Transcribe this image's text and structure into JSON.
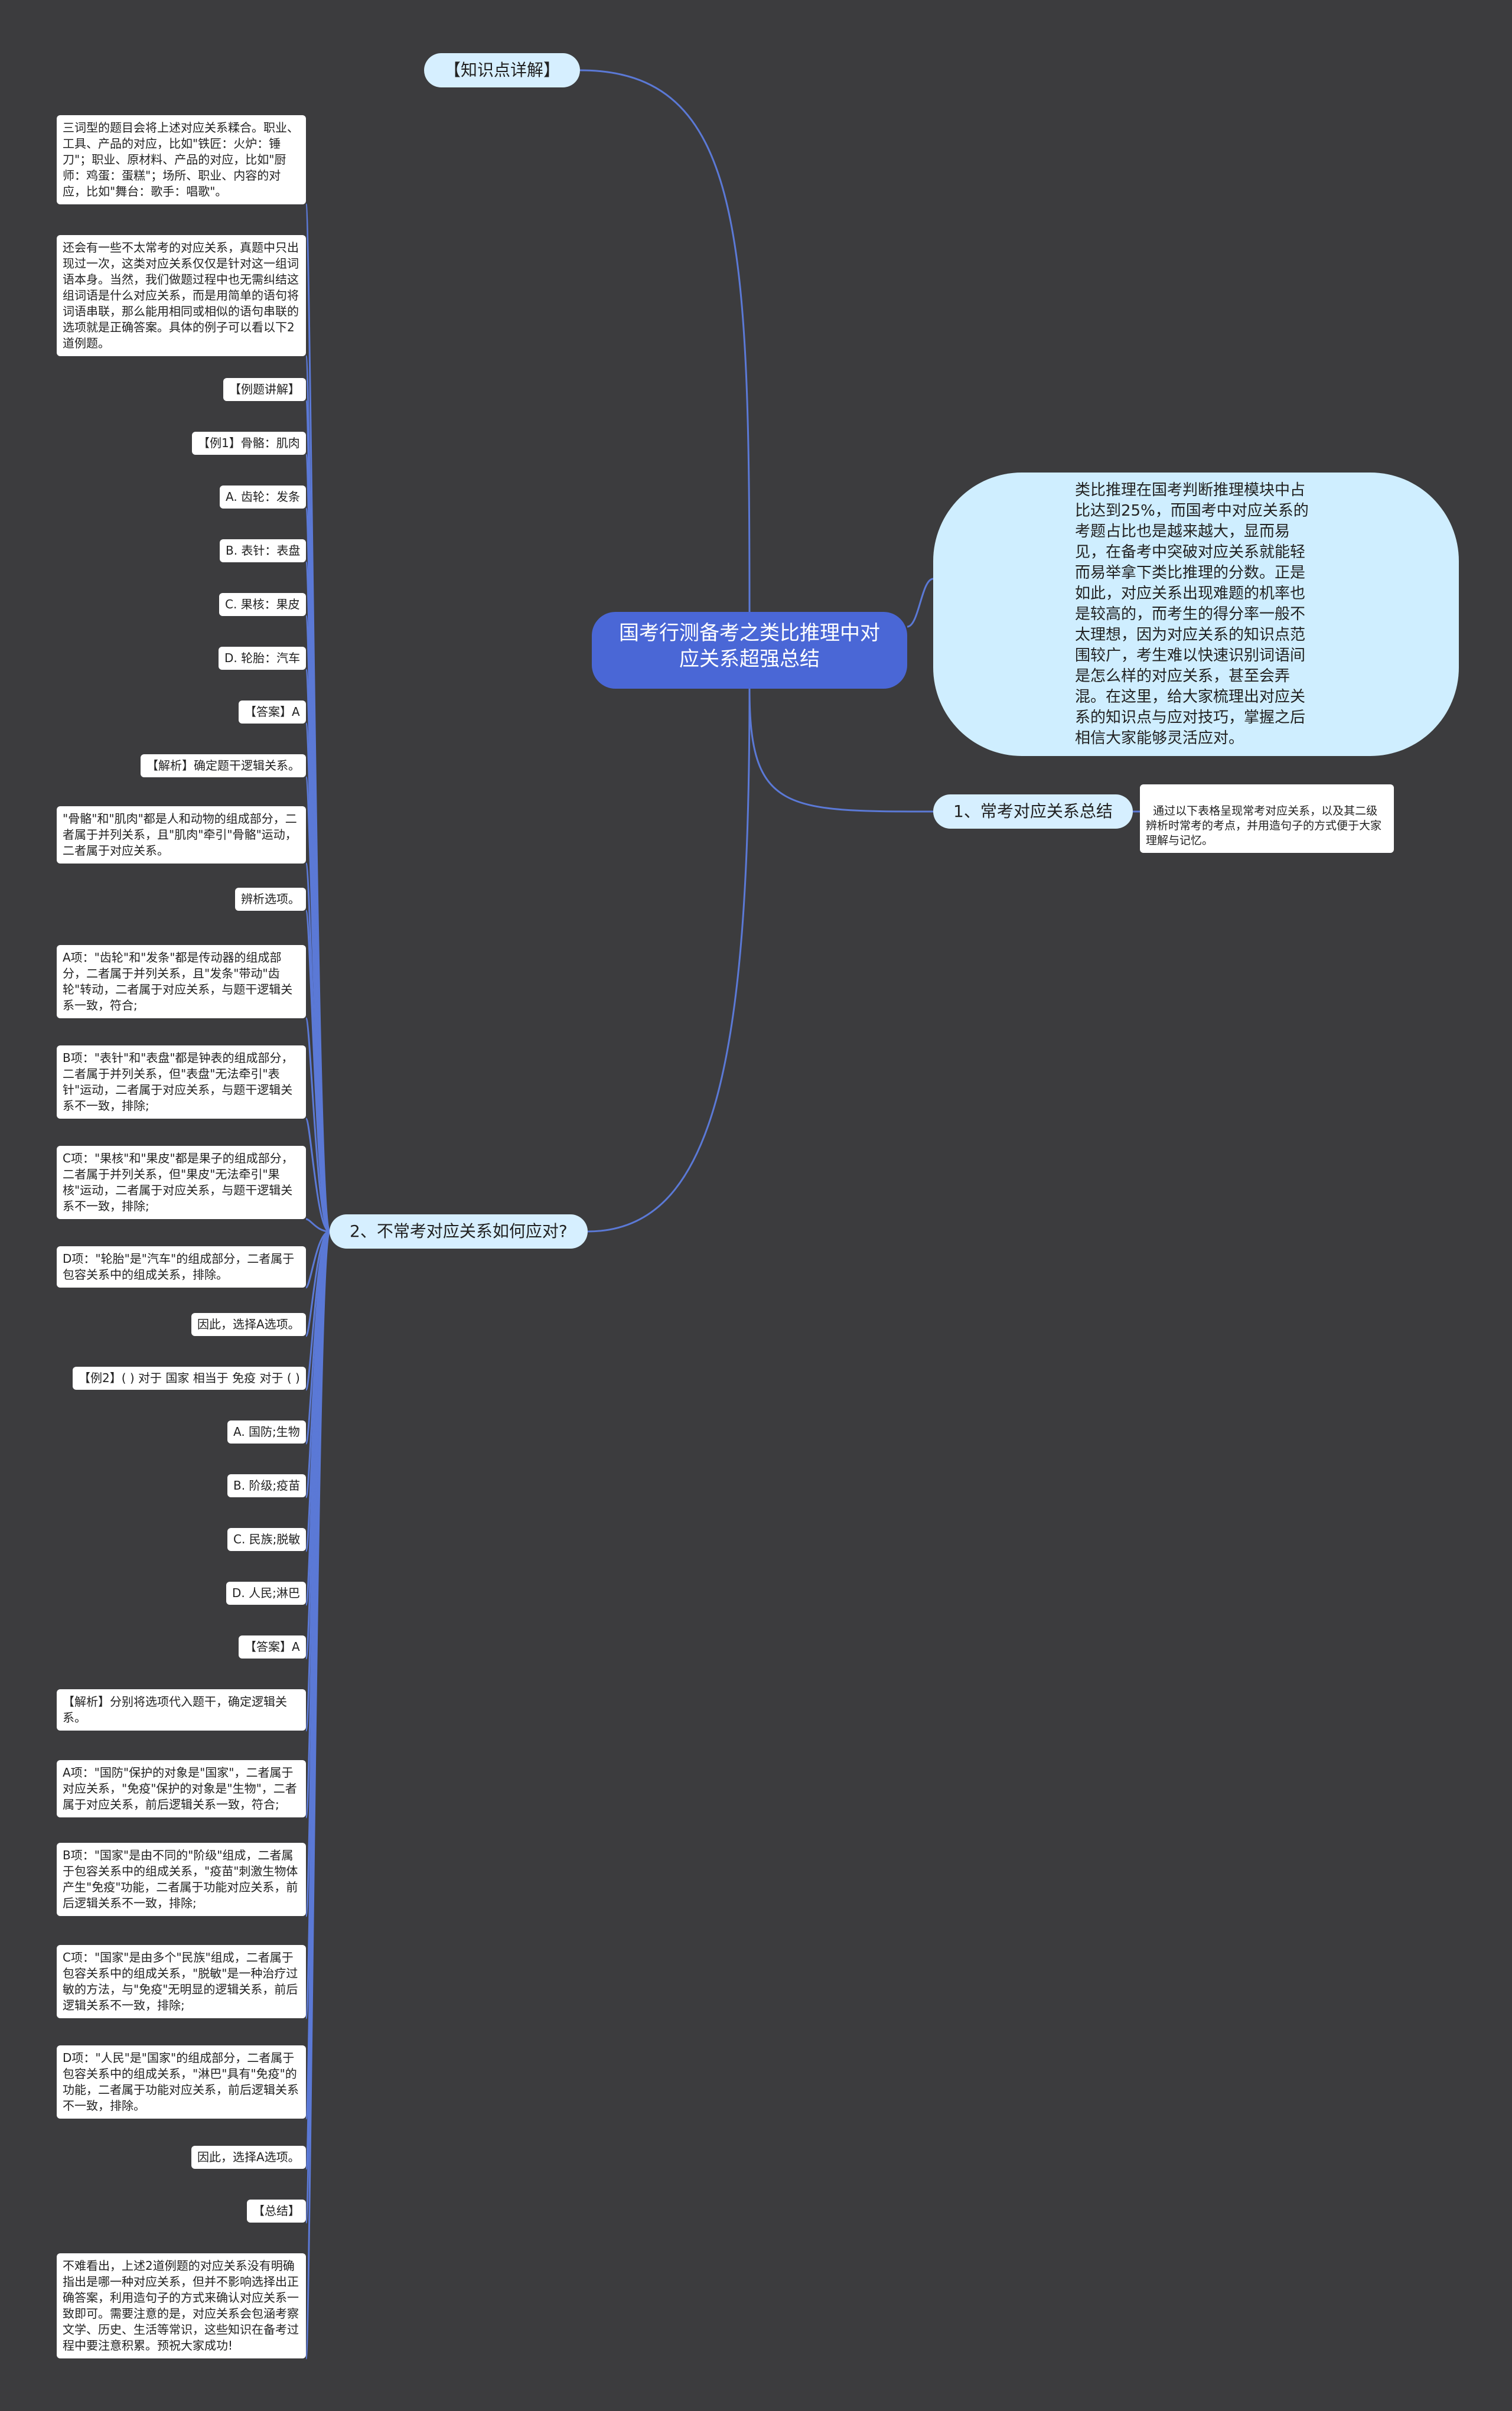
{
  "root": {
    "title": "国考行测备考之类比推理中对应关系超强总结"
  },
  "intro": "类比推理在国考判断推理模块中占比达到25%，而国考中对应关系的考题占比也是越来越大，显而易见，在备考中突破对应关系就能轻而易举拿下类比推理的分数。正是如此，对应关系出现难题的机率也是较高的，而考生的得分率一般不太理想，因为对应关系的知识点范围较广，考生难以快速识别词语间是怎么样的对应关系，甚至会弄混。在这里，给大家梳理出对应关系的知识点与应对技巧，掌握之后相信大家能够灵活应对。",
  "branch1": {
    "label": "1、常考对应关系总结",
    "note": "通过以下表格呈现常考对应关系，以及其二级辨析时常考的考点，并用造句子的方式便于大家理解与记忆。"
  },
  "branch0": {
    "label": "【知识点详解】"
  },
  "branch2": {
    "label": "2、不常考对应关系如何应对?",
    "leaves": [
      "三词型的题目会将上述对应关系糅合。职业、工具、产品的对应，比如\"铁匠：火炉：锤刀\"；职业、原材料、产品的对应，比如\"厨师：鸡蛋：蛋糕\"；场所、职业、内容的对应，比如\"舞台：歌手：唱歌\"。",
      "还会有一些不太常考的对应关系，真题中只出现过一次，这类对应关系仅仅是针对这一组词语本身。当然，我们做题过程中也无需纠结这组词语是什么对应关系，而是用简单的语句将词语串联，那么能用相同或相似的语句串联的选项就是正确答案。具体的例子可以看以下2道例题。",
      "【例题讲解】",
      "【例1】骨骼：肌肉",
      "A. 齿轮：发条",
      "B. 表针：表盘",
      "C. 果核：果皮",
      "D. 轮胎：汽车",
      "【答案】A",
      "【解析】确定题干逻辑关系。",
      "\"骨骼\"和\"肌肉\"都是人和动物的组成部分，二者属于并列关系，且\"肌肉\"牵引\"骨骼\"运动，二者属于对应关系。",
      "辨析选项。",
      "A项：\"齿轮\"和\"发条\"都是传动器的组成部分，二者属于并列关系，且\"发条\"带动\"齿轮\"转动，二者属于对应关系，与题干逻辑关系一致，符合;",
      "B项：\"表针\"和\"表盘\"都是钟表的组成部分，二者属于并列关系，但\"表盘\"无法牵引\"表针\"运动，二者属于对应关系，与题干逻辑关系不一致，排除;",
      "C项：\"果核\"和\"果皮\"都是果子的组成部分，二者属于并列关系，但\"果皮\"无法牵引\"果核\"运动，二者属于对应关系，与题干逻辑关系不一致，排除;",
      "D项：\"轮胎\"是\"汽车\"的组成部分，二者属于包容关系中的组成关系，排除。",
      "因此，选择A选项。",
      "【例2】( ) 对于 国家 相当于 免疫 对于 ( )",
      "A. 国防;生物",
      "B. 阶级;疫苗",
      "C. 民族;脱敏",
      "D. 人民;淋巴",
      "【答案】A",
      "【解析】分别将选项代入题干，确定逻辑关系。",
      "A项：\"国防\"保护的对象是\"国家\"，二者属于对应关系，\"免疫\"保护的对象是\"生物\"，二者属于对应关系，前后逻辑关系一致，符合;",
      "B项：\"国家\"是由不同的\"阶级\"组成，二者属于包容关系中的组成关系，\"疫苗\"刺激生物体产生\"免疫\"功能，二者属于功能对应关系，前后逻辑关系不一致，排除;",
      "C项：\"国家\"是由多个\"民族\"组成，二者属于包容关系中的组成关系，\"脱敏\"是一种治疗过敏的方法，与\"免疫\"无明显的逻辑关系，前后逻辑关系不一致，排除;",
      "D项：\"人民\"是\"国家\"的组成部分，二者属于包容关系中的组成关系，\"淋巴\"具有\"免疫\"的功能，二者属于功能对应关系，前后逻辑关系不一致，排除。",
      "因此，选择A选项。",
      "【总结】",
      "不难看出，上述2道例题的对应关系没有明确指出是哪一种对应关系，但并不影响选择出正确答案，利用造句子的方式来确认对应关系一致即可。需要注意的是，对应关系会包涵考察文学、历史、生活等常识，这些知识在备考过程中要注意积累。预祝大家成功!"
    ]
  },
  "colors": {
    "background": "#3c3c3e",
    "edge": "#5b79d6",
    "root": "#4a67d6",
    "pill": "#d6efff",
    "leaf": "#ffffff"
  }
}
